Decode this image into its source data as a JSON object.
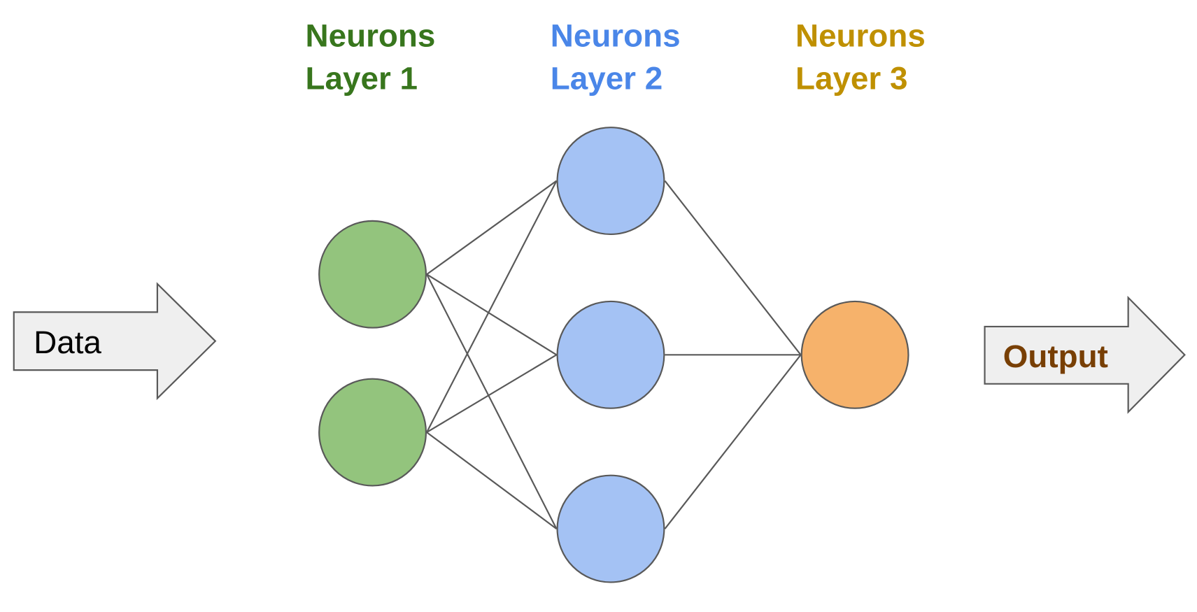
{
  "layers": [
    {
      "title_line1": "Neurons",
      "title_line2": "Layer 1",
      "color": "#38761d",
      "fill": "#93c47d",
      "neurons": 2
    },
    {
      "title_line1": "Neurons",
      "title_line2": "Layer 2",
      "color": "#4a86e8",
      "fill": "#a4c2f4",
      "neurons": 3
    },
    {
      "title_line1": "Neurons",
      "title_line2": "Layer 3",
      "color": "#bf9000",
      "fill": "#f6b26b",
      "neurons": 1
    }
  ],
  "input_arrow": {
    "label": "Data",
    "color": "#000000",
    "fill": "#efefef"
  },
  "output_arrow": {
    "label": "Output",
    "color": "#783f04",
    "fill": "#efefef"
  },
  "stroke_color": "#595959",
  "connections": "fully-connected"
}
